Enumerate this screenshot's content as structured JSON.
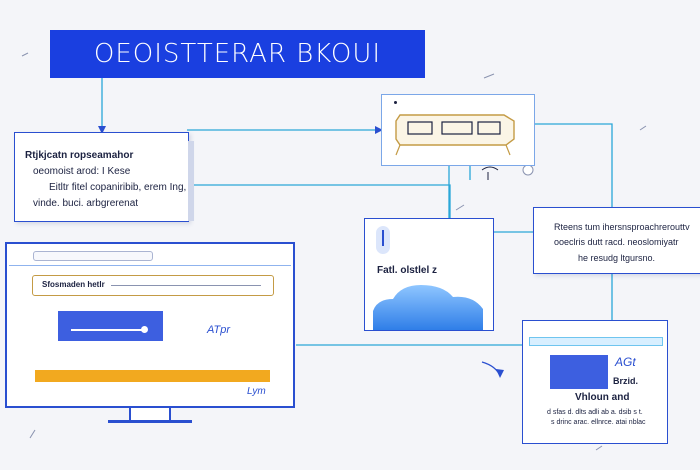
{
  "title": "OEOISTTERAR BKOUI",
  "note_left": {
    "line1": "Rtjkjcatn ropseamahor",
    "line2": "oeomoist arod: I Kese",
    "line3": "Eitltr fitel copaniribib, erem Ing,",
    "line4": "vinde. buci. arbgrerenat"
  },
  "note_right": {
    "line1": "Rteens tum ihersnsproachrerouttv",
    "line2": "ooeclris dutt racd. neoslomiyatr",
    "line3": "he resudg ltgursno."
  },
  "mid_card": {
    "label": "Fatl. olstlel  z"
  },
  "monitor": {
    "search_label": "Sfosmaden hetlr",
    "mark": "ATpr",
    "signature": "Lym"
  },
  "panel_br": {
    "mark": "AGt",
    "sub1": "Brzid.",
    "sub2": "Vhloun and",
    "fine1": "d sfas d. dlts adli ab a. dsib s t.",
    "fine2": "s drinc arac. ellnrce. atai nblac"
  },
  "colors": {
    "accent": "#1a3fe0",
    "connector": "#2aa7d8",
    "highlight": "#f2a91f",
    "cloud": "#3d8ef0"
  },
  "icons": [
    "tape-measure-icon",
    "cursor-arrow-icon",
    "cloud-icon"
  ]
}
